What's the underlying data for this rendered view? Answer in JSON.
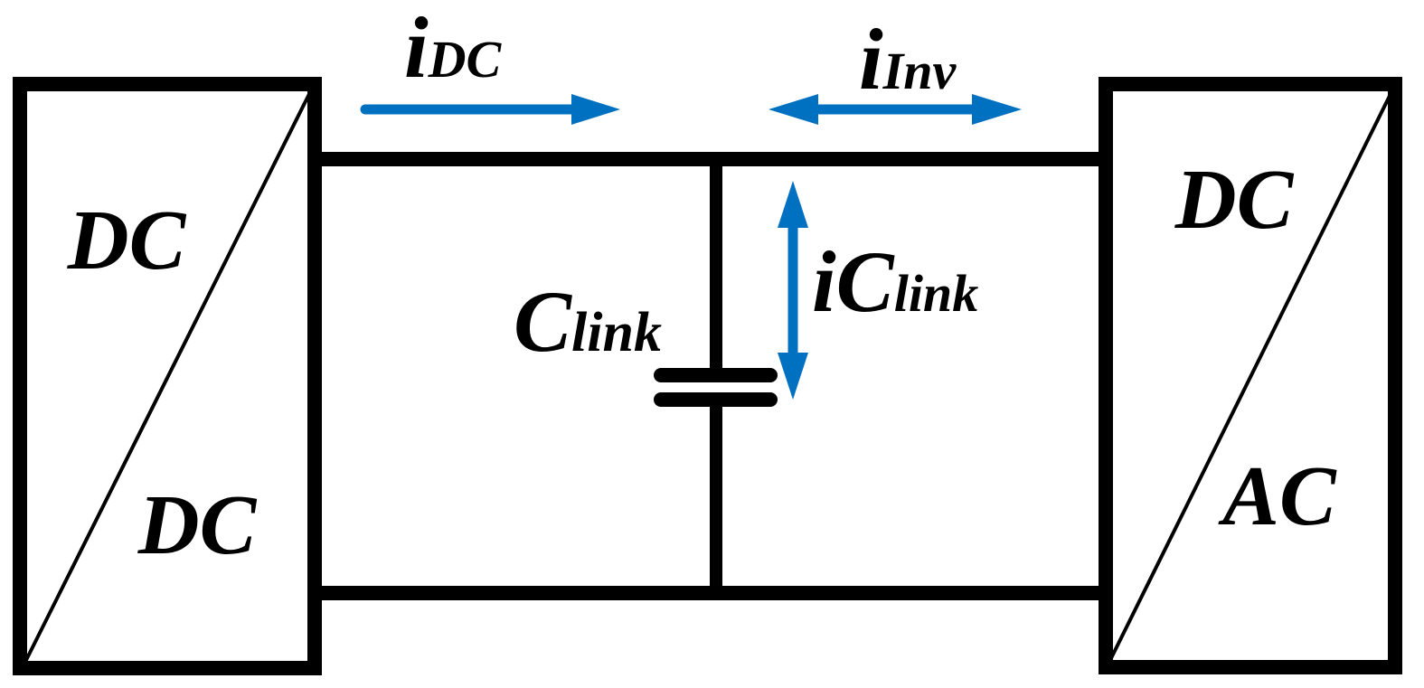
{
  "colors": {
    "wire": "#000000",
    "current_arrow": "#0070C0",
    "background": "#ffffff"
  },
  "left_converter": {
    "top_label": "DC",
    "bottom_label": "DC"
  },
  "right_converter": {
    "top_label": "DC",
    "bottom_label": "AC"
  },
  "capacitor": {
    "symbol": "C",
    "subscript": "link"
  },
  "currents": {
    "dc": {
      "symbol": "i",
      "subscript": "DC"
    },
    "inv": {
      "symbol": "i",
      "subscript": "Inv"
    },
    "cap": {
      "symbol": "iC",
      "subscript": "link"
    }
  }
}
